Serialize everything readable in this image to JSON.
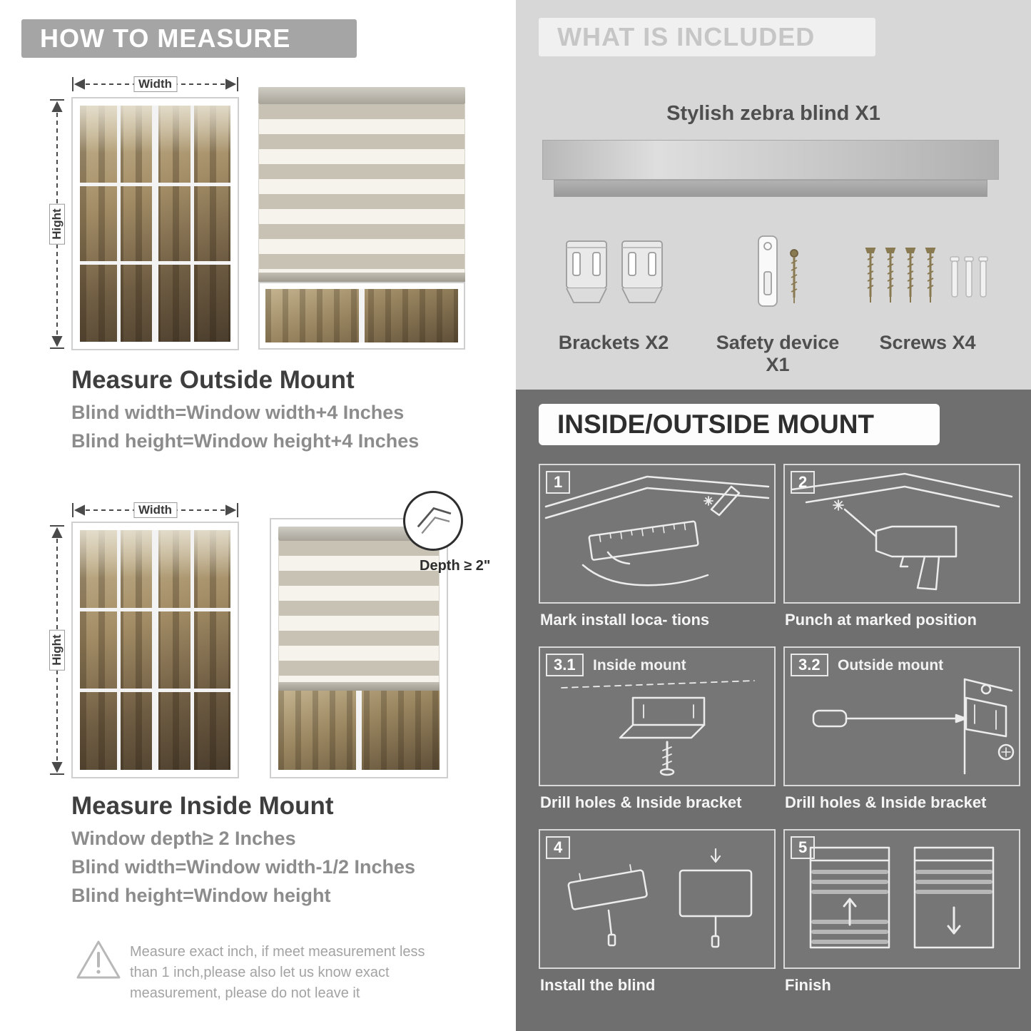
{
  "colors": {
    "left_badge": "#a5a5a5",
    "light_panel": "#d7d7d7",
    "dark_panel": "#6f6f6f",
    "title_text": "#3e3e3e",
    "body_text": "#8c8c8c",
    "included_text": "#4f4f4f",
    "mount_caption_text": "#f5f5f5"
  },
  "icons": {
    "warning-triangle-icon": "outlined triangle with exclamation mark",
    "width-arrow-icon": "double-headed dashed horizontal arrow",
    "height-arrow-icon": "double-headed dashed vertical arrow",
    "depth-corner-icon": "circled window-corner detail"
  },
  "left": {
    "header": "HOW TO MEASURE",
    "outside": {
      "width_label": "Width",
      "height_label": "Hight",
      "title": "Measure Outside Mount",
      "line1": "Blind width=Window width+4 Inches",
      "line2": "Blind height=Window height+4 Inches"
    },
    "inside": {
      "width_label": "Width",
      "height_label": "Hight",
      "depth_label": "Depth ≥ 2\"",
      "title": "Measure Inside Mount",
      "line1": "Window depth≥ 2 Inches",
      "line2": "Blind width=Window width-1/2 Inches",
      "line3": "Blind height=Window height"
    },
    "warning": "Measure exact inch, if meet measurement less than 1 inch,please also let us know exact measurement, please do not leave it"
  },
  "included": {
    "header": "WHAT IS INCLUDED",
    "blind_label": "Stylish zebra blind X1",
    "items": [
      {
        "label": "Brackets X2"
      },
      {
        "label": "Safety device X1"
      },
      {
        "label": "Screws X4"
      }
    ]
  },
  "mount": {
    "header": "INSIDE/OUTSIDE MOUNT",
    "steps": [
      {
        "num": "1",
        "caption": "Mark install loca- tions"
      },
      {
        "num": "2",
        "caption": "Punch at  marked position"
      },
      {
        "num": "3.1",
        "inner_label": "Inside mount",
        "caption": "Drill holes &  Inside bracket"
      },
      {
        "num": "3.2",
        "inner_label": "Outside mount",
        "caption": "Drill holes &  Inside bracket"
      },
      {
        "num": "4",
        "caption": "Install the blind"
      },
      {
        "num": "5",
        "caption": "Finish"
      }
    ]
  }
}
